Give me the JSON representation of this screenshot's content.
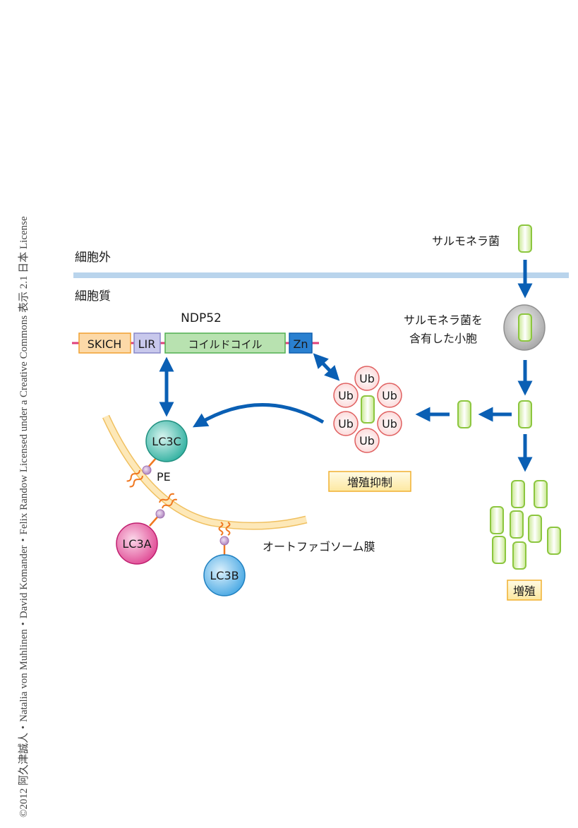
{
  "copyright": "©2012 阿久津誠人・Natalia von Muhlinen・David Komander・Felix Randow Licensed under a Creative Commons 表示 2.1 日本 License",
  "labels": {
    "extracellular": "細胞外",
    "cytoplasm": "細胞質",
    "salmonella": "サルモネラ菌",
    "vacuole_line1": "サルモネラ菌を",
    "vacuole_line2": "含有した小胞",
    "ndp52_title": "NDP52",
    "pe": "PE",
    "autophagosome_membrane": "オートファゴソーム膜",
    "growth_inhibition": "増殖抑制",
    "proliferation": "増殖"
  },
  "ndp52_domains": [
    {
      "name": "SKICH",
      "color": "#fcd9a8",
      "border": "#f0a030"
    },
    {
      "name": "LIR",
      "color": "#c8c8ec",
      "border": "#8888c8"
    },
    {
      "name": "コイルドコイル",
      "color": "#b8e2b0",
      "border": "#50b050"
    },
    {
      "name": "Zn",
      "color": "#2a80d0",
      "border": "#1060b0"
    }
  ],
  "ubiquitin": {
    "label": "Ub",
    "count": 6,
    "fill": "#fde4e4",
    "stroke": "#e06060"
  },
  "lc3_proteins": [
    {
      "name": "LC3C",
      "color": "#40c0b0"
    },
    {
      "name": "LC3A",
      "color": "#e05098"
    },
    {
      "name": "LC3B",
      "color": "#50b0e8"
    }
  ],
  "colors": {
    "arrow": "#0a5fb4",
    "membrane_line": "#b9d4ec",
    "linker": "#e0407a",
    "bacterium_fill": "#e8f5c8",
    "bacterium_stroke": "#8cc63f",
    "autophagosome": "#fde8b8",
    "label_box_fill": "#fff4c4",
    "label_box_stroke": "#f0b030"
  }
}
